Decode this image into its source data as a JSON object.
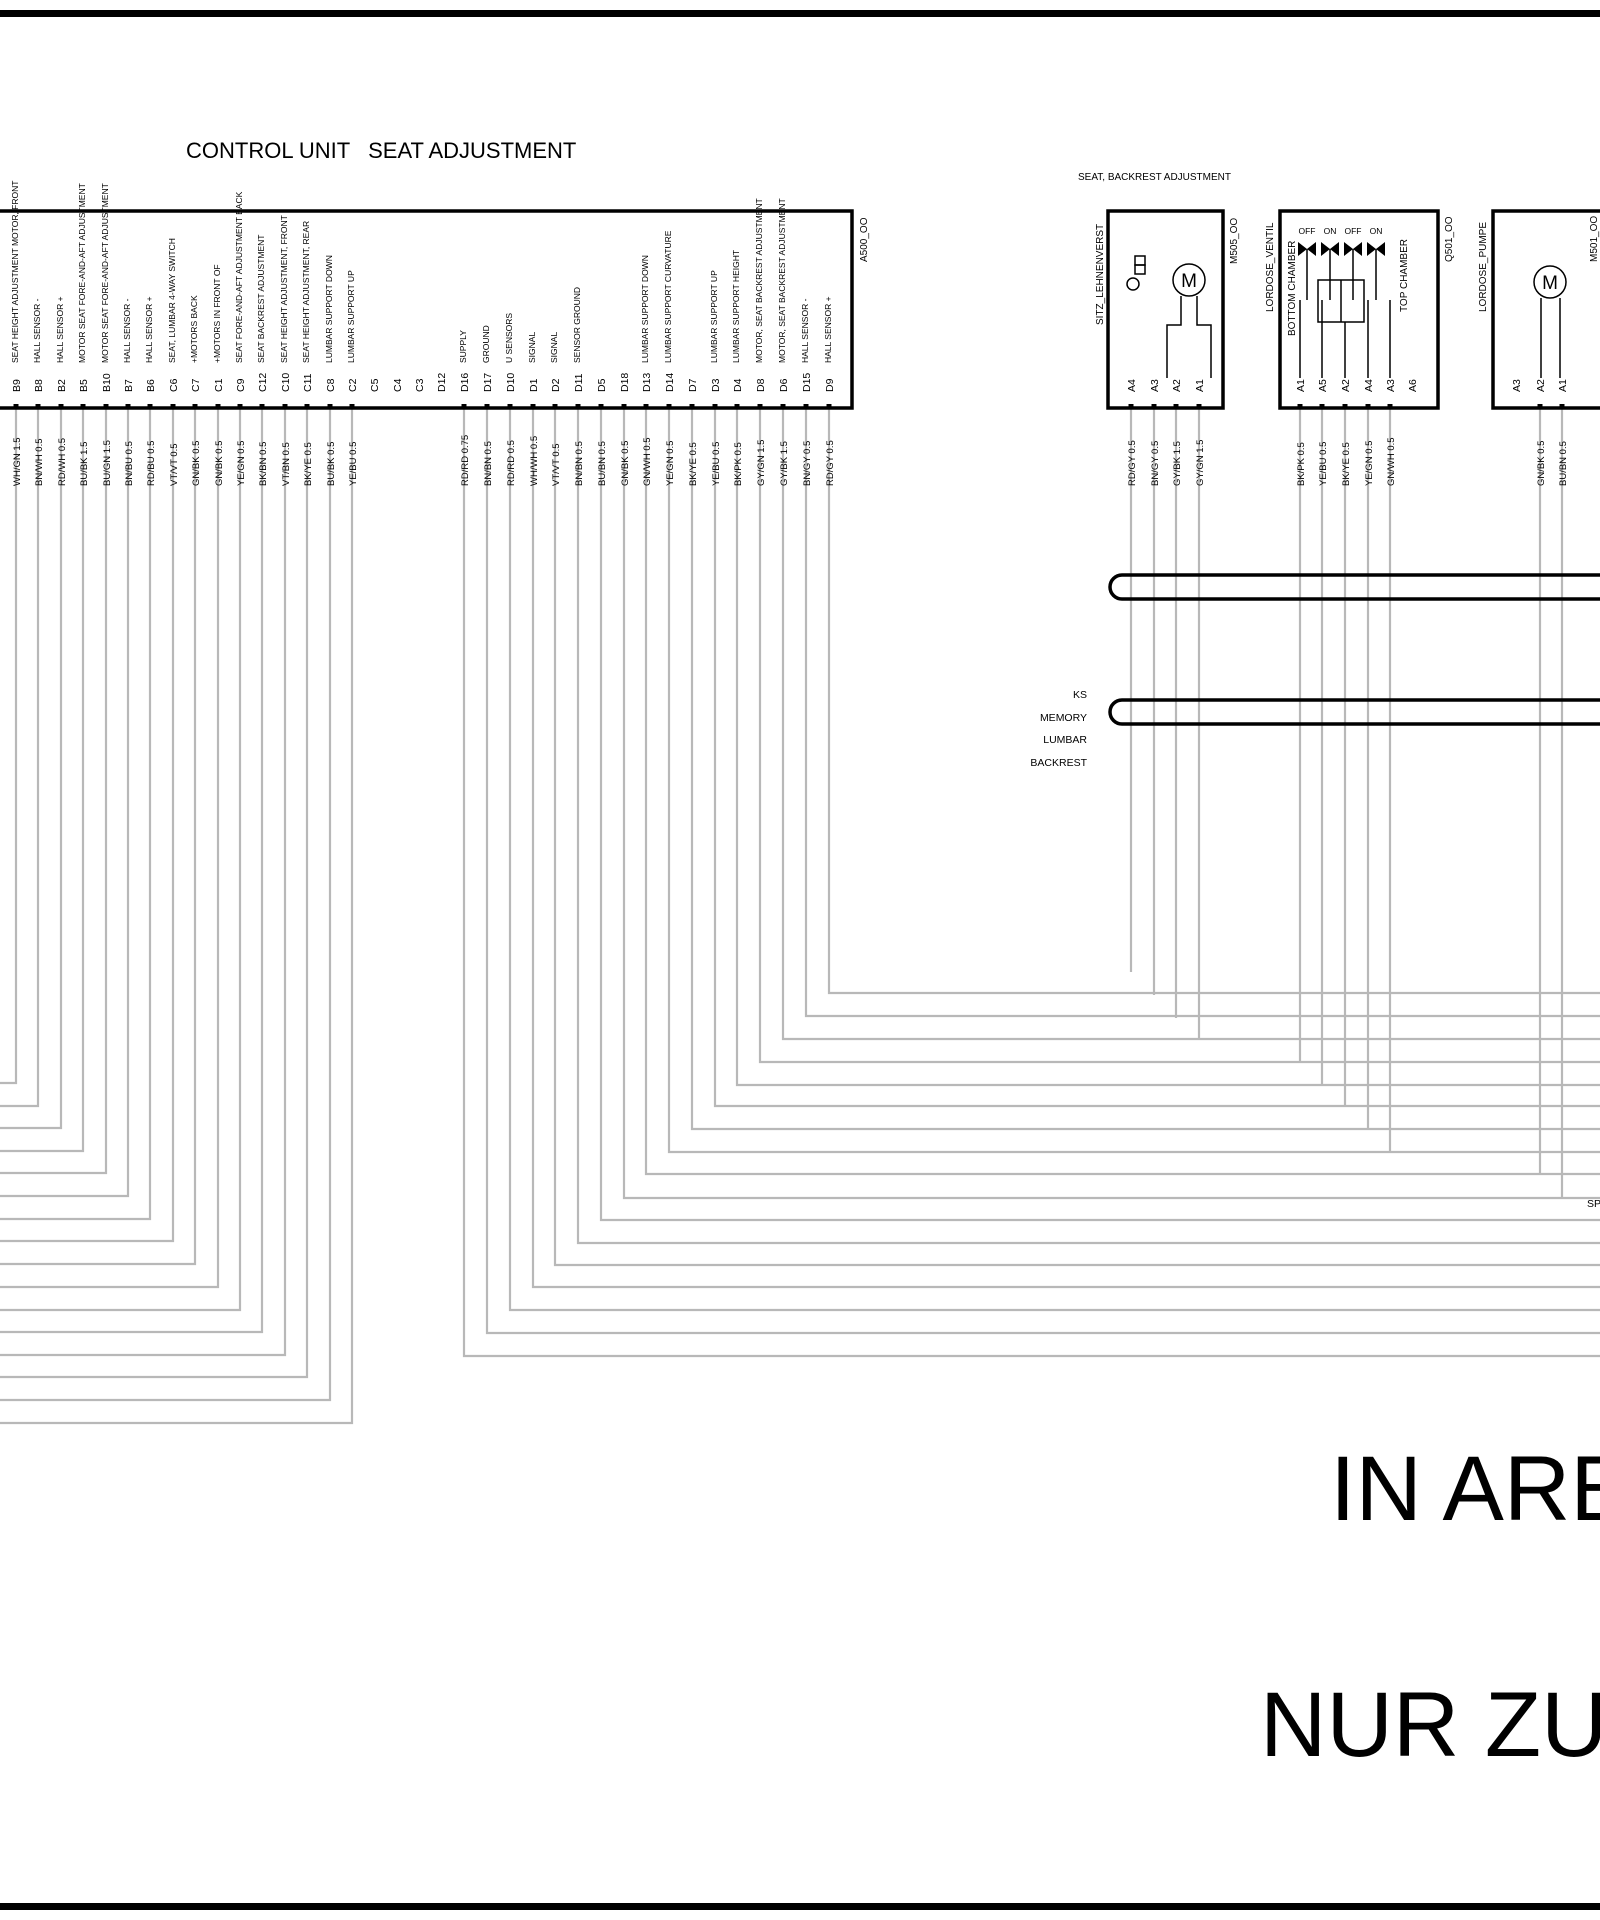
{
  "control_unit": {
    "title": "CONTROL UNIT   SEAT ADJUSTMENT",
    "code": "A500_OO",
    "pins": [
      {
        "pin": "B9",
        "desc": "SEAT HEIGHT ADJUSTMENT MOTOR, FRONT",
        "wire": "WH/GN 1.5"
      },
      {
        "pin": "B8",
        "desc": "HALL SENSOR -",
        "wire": "BN/WH 0.5"
      },
      {
        "pin": "B2",
        "desc": "HALL SENSOR +",
        "wire": "RD/WH 0.5"
      },
      {
        "pin": "B5",
        "desc": "MOTOR   SEAT FORE-AND-AFT ADJUSTMENT",
        "wire": "BU/BK 1.5"
      },
      {
        "pin": "B10",
        "desc": "MOTOR   SEAT FORE-AND-AFT ADJUSTMENT",
        "wire": "BU/GN 1.5"
      },
      {
        "pin": "B7",
        "desc": "HALL SENSOR -",
        "wire": "BN/BU 0.5"
      },
      {
        "pin": "B6",
        "desc": "HALL SENSOR +",
        "wire": "RD/BU 0.5"
      },
      {
        "pin": "C6",
        "desc": "SEAT, LUMBAR 4-WAY SWITCH",
        "wire": "VT/VT 0.5"
      },
      {
        "pin": "C7",
        "desc": "+MOTORS   BACK",
        "wire": "GN/BK 0.5"
      },
      {
        "pin": "C1",
        "desc": "+MOTORS   IN FRONT OF",
        "wire": "GN/BK 0.5"
      },
      {
        "pin": "C9",
        "desc": "SEAT FORE-AND-AFT ADJUSTMENT BACK",
        "wire": "YE/GN 0.5"
      },
      {
        "pin": "C12",
        "desc": "SEAT BACKREST ADJUSTMENT",
        "wire": "BK/BN 0.5"
      },
      {
        "pin": "C10",
        "desc": "SEAT HEIGHT ADJUSTMENT, FRONT",
        "wire": "VT/BN 0.5"
      },
      {
        "pin": "C11",
        "desc": "SEAT HEIGHT ADJUSTMENT, REAR",
        "wire": "BK/YE 0.5"
      },
      {
        "pin": "C8",
        "desc": "LUMBAR SUPPORT DOWN",
        "wire": "BU/BK 0.5"
      },
      {
        "pin": "C2",
        "desc": "LUMBAR SUPPORT UP",
        "wire": "YE/BU 0.5"
      },
      {
        "pin": "C5",
        "desc": "",
        "wire": ""
      },
      {
        "pin": "C4",
        "desc": "",
        "wire": ""
      },
      {
        "pin": "C3",
        "desc": "",
        "wire": ""
      },
      {
        "pin": "D12",
        "desc": "",
        "wire": ""
      },
      {
        "pin": "D16",
        "desc": "SUPPLY",
        "wire": "RD/RD 0.75"
      },
      {
        "pin": "D17",
        "desc": "GROUND",
        "wire": "BN/BN 0.5"
      },
      {
        "pin": "D10",
        "desc": "U SENSORS",
        "wire": "RD/RD 0.5"
      },
      {
        "pin": "D1",
        "desc": "SIGNAL",
        "wire": "WH/WH 0.5"
      },
      {
        "pin": "D2",
        "desc": "SIGNAL",
        "wire": "VT/VT 0.5"
      },
      {
        "pin": "D11",
        "desc": "SENSOR GROUND",
        "wire": "BN/BN 0.5"
      },
      {
        "pin": "D5",
        "desc": "",
        "wire": "BU/BN 0.5"
      },
      {
        "pin": "D18",
        "desc": "",
        "wire": "GN/BK 0.5"
      },
      {
        "pin": "D13",
        "desc": "LUMBAR SUPPORT DOWN",
        "wire": "GN/WH 0.5"
      },
      {
        "pin": "D14",
        "desc": "LUMBAR SUPPORT CURVATURE",
        "wire": "YE/GN 0.5"
      },
      {
        "pin": "D7",
        "desc": "",
        "wire": "BK/YE 0.5"
      },
      {
        "pin": "D3",
        "desc": "LUMBAR SUPPORT UP",
        "wire": "YE/BU 0.5"
      },
      {
        "pin": "D4",
        "desc": "LUMBAR SUPPORT HEIGHT",
        "wire": "BK/PK 0.5"
      },
      {
        "pin": "D8",
        "desc": "MOTOR, SEAT BACKREST ADJUSTMENT",
        "wire": "GY/GN 1.5"
      },
      {
        "pin": "D6",
        "desc": "MOTOR, SEAT BACKREST ADJUSTMENT",
        "wire": "GY/BK 1.5"
      },
      {
        "pin": "D15",
        "desc": "HALL SENSOR -",
        "wire": "BN/GY 0.5"
      },
      {
        "pin": "D9",
        "desc": "HALL SENSOR +",
        "wire": "RD/GY 0.5"
      }
    ]
  },
  "m505": {
    "header": "SEAT, BACKREST ADJUSTMENT",
    "name": "SITZ_LEHNENVERST",
    "code": "M505_OO",
    "motor": "M",
    "pins": [
      {
        "pin": "A4",
        "wire": "RD/GY 0.5"
      },
      {
        "pin": "A3",
        "wire": "BN/GY 0.5"
      },
      {
        "pin": "A2",
        "wire": "GY/BK 1.5"
      },
      {
        "pin": "A1",
        "wire": "GY/GN 1.5"
      }
    ]
  },
  "q501": {
    "name": "LORDOSE_VENTIL",
    "code": "Q501_OO",
    "bottom": "BOTTOM CHAMBER",
    "top": "TOP CHAMBER",
    "valve_states": [
      "OFF",
      "ON",
      "OFF",
      "ON"
    ],
    "pins": [
      {
        "pin": "A1",
        "wire": "BK/PK 0.5"
      },
      {
        "pin": "A5",
        "wire": "YE/BU 0.5"
      },
      {
        "pin": "A2",
        "wire": "BK/YE 0.5"
      },
      {
        "pin": "A4",
        "wire": "YE/GN 0.5"
      },
      {
        "pin": "A3",
        "wire": "GN/WH 0.5"
      },
      {
        "pin": "A6",
        "wire": ""
      }
    ]
  },
  "m501": {
    "name": "LORDOSE_PUMPE",
    "code": "M501_OO",
    "motor": "M",
    "pins": [
      {
        "pin": "A3",
        "wire": ""
      },
      {
        "pin": "A2",
        "wire": "GN/BK 0.5"
      },
      {
        "pin": "A1",
        "wire": "BU/BN 0.5"
      }
    ]
  },
  "bus_labels": [
    "KS",
    "MEMORY",
    "LUMBAR",
    "BACKREST"
  ],
  "edge_label": "SP",
  "watermark": [
    "IN ARE",
    "NUR ZU"
  ]
}
